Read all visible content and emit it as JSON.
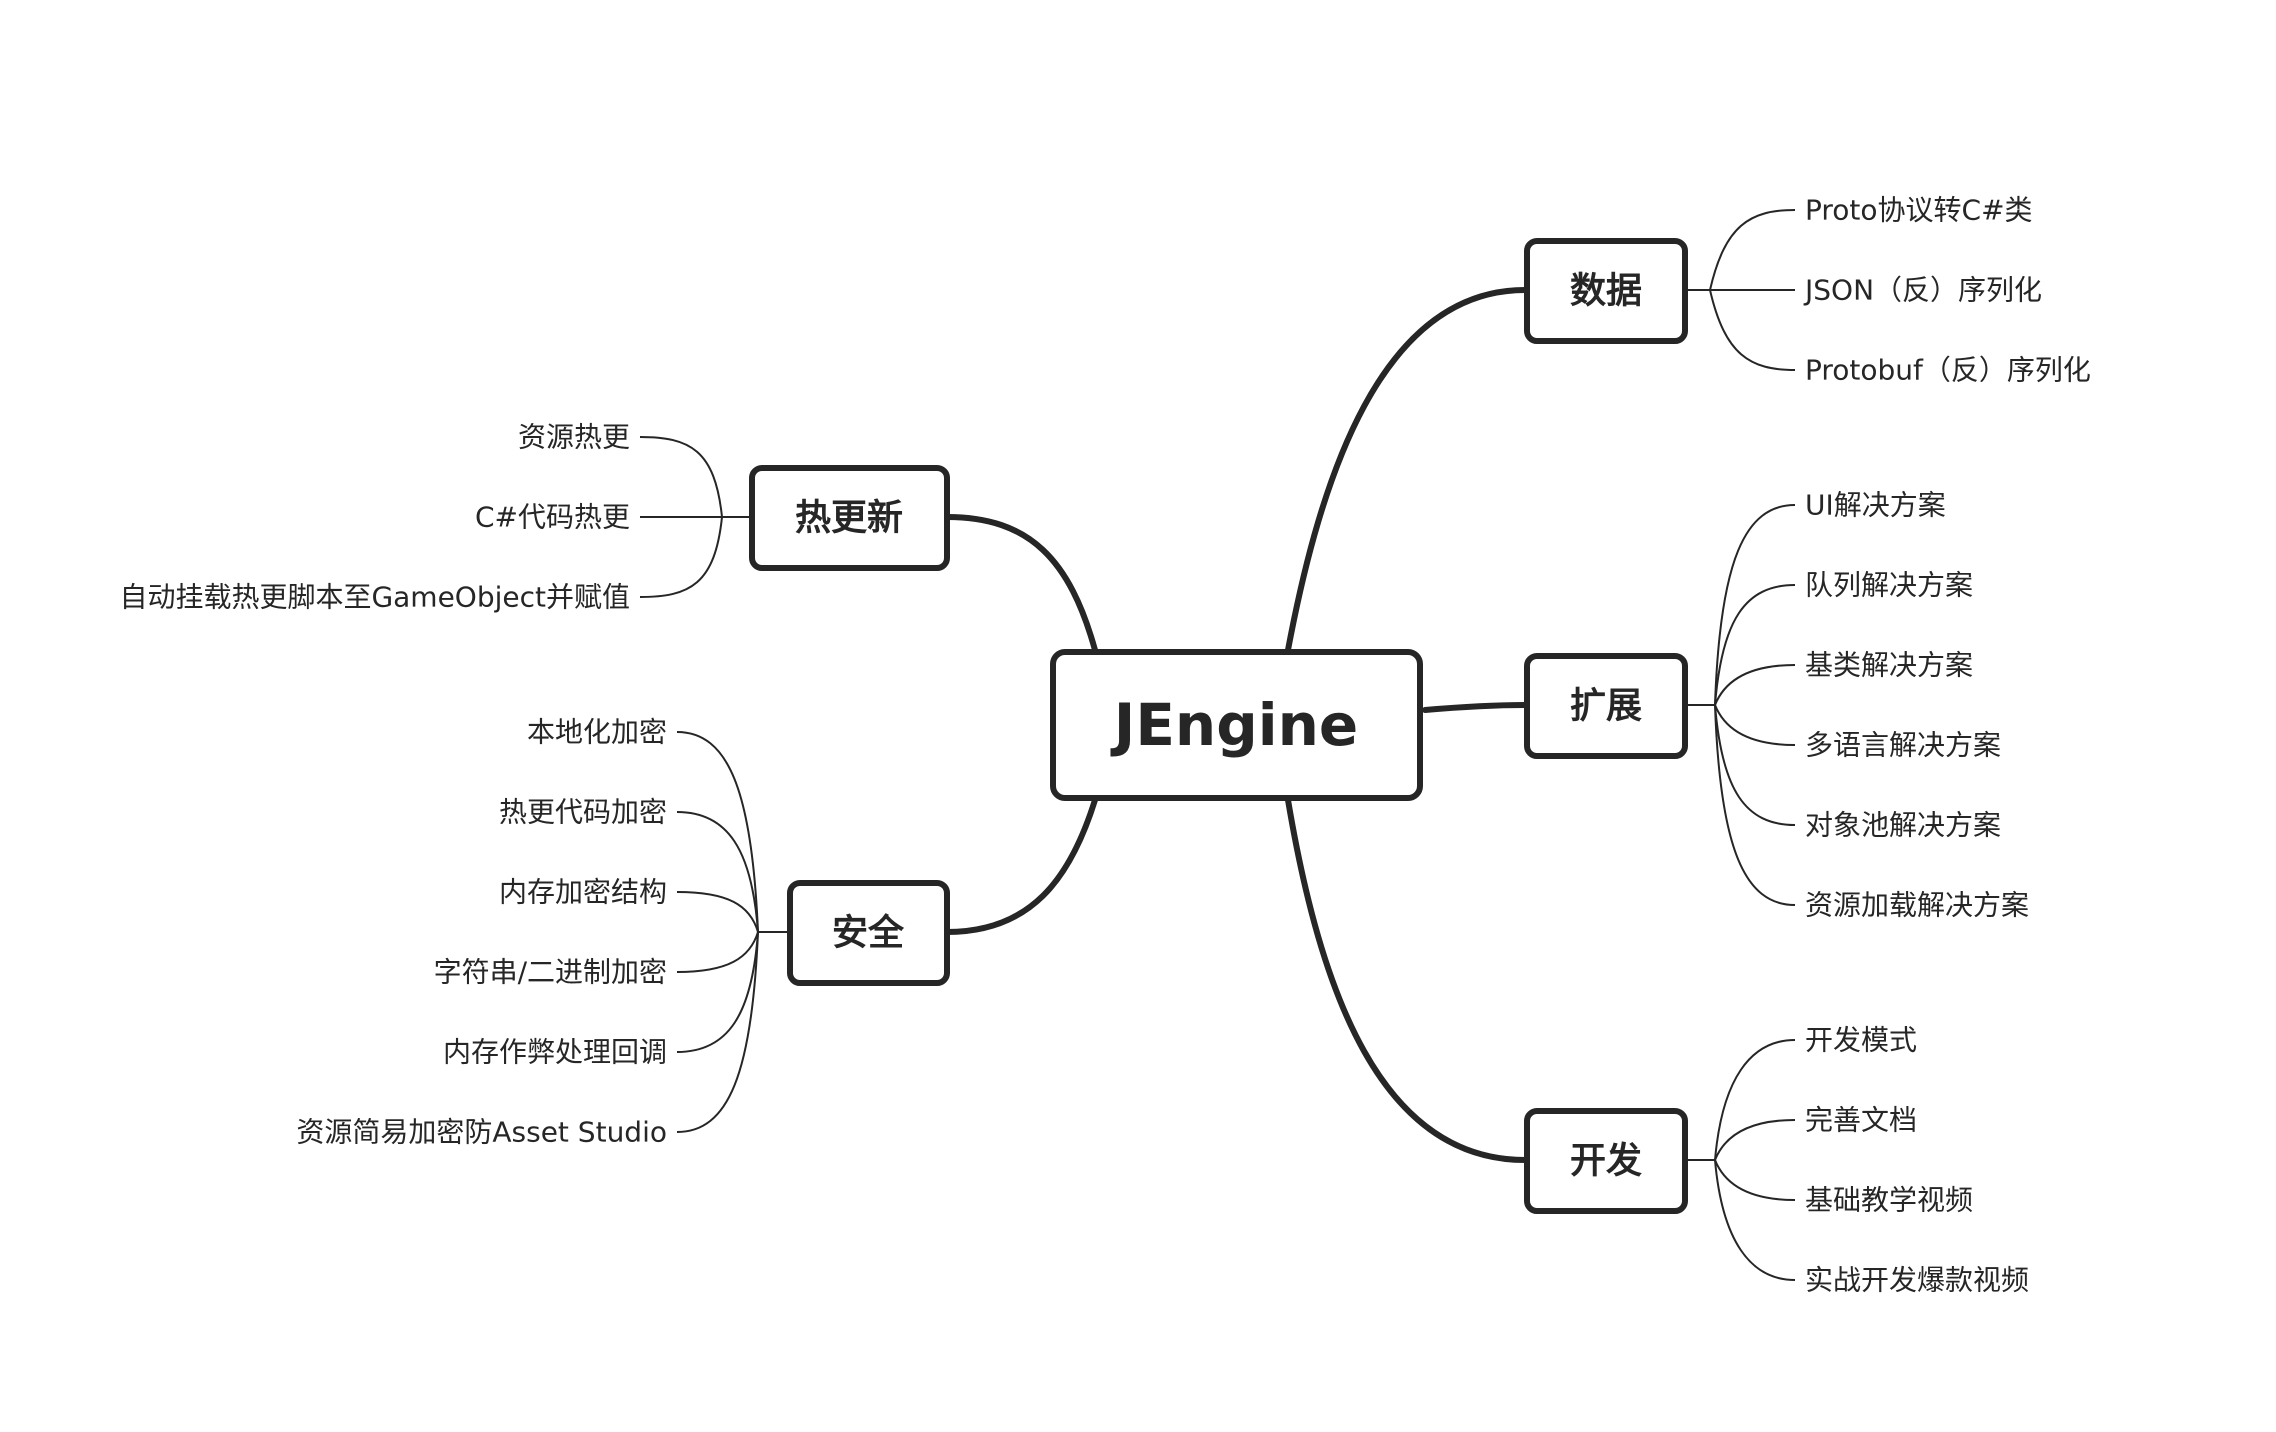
{
  "root": {
    "label": "JEngine"
  },
  "branches": {
    "data": {
      "label": "数据",
      "items": [
        "Proto协议转C#类",
        "JSON（反）序列化",
        "Protobuf（反）序列化"
      ]
    },
    "extend": {
      "label": "扩展",
      "items": [
        "UI解决方案",
        "队列解决方案",
        "基类解决方案",
        "多语言解决方案",
        "对象池解决方案",
        "资源加载解决方案"
      ]
    },
    "dev": {
      "label": "开发",
      "items": [
        "开发模式",
        "完善文档",
        "基础教学视频",
        "实战开发爆款视频"
      ]
    },
    "hotupdate": {
      "label": "热更新",
      "items": [
        "资源热更",
        "C#代码热更",
        "自动挂载热更脚本至GameObject并赋值"
      ]
    },
    "security": {
      "label": "安全",
      "items": [
        "本地化加密",
        "热更代码加密",
        "内存加密结构",
        "字符串/二进制加密",
        "内存作弊处理回调",
        "资源简易加密防Asset Studio"
      ]
    }
  },
  "colors": {
    "line": "#262626",
    "text": "#262626",
    "background": "#ffffff"
  }
}
